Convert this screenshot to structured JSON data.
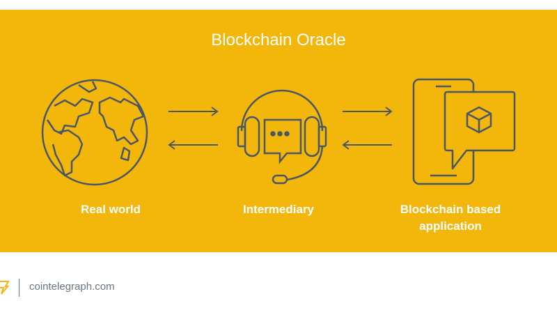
{
  "title": "Blockchain Oracle",
  "nodes": [
    {
      "label": "Real world",
      "icon": "globe-icon"
    },
    {
      "label": "Intermediary",
      "icon": "headset-icon"
    },
    {
      "label": "Blockchain based application",
      "icon": "phone-block-icon"
    }
  ],
  "footer": {
    "site": "cointelegraph.com"
  },
  "colors": {
    "background": "#F3B70C",
    "stroke": "#4A5663",
    "text": "#FFFFFF"
  }
}
